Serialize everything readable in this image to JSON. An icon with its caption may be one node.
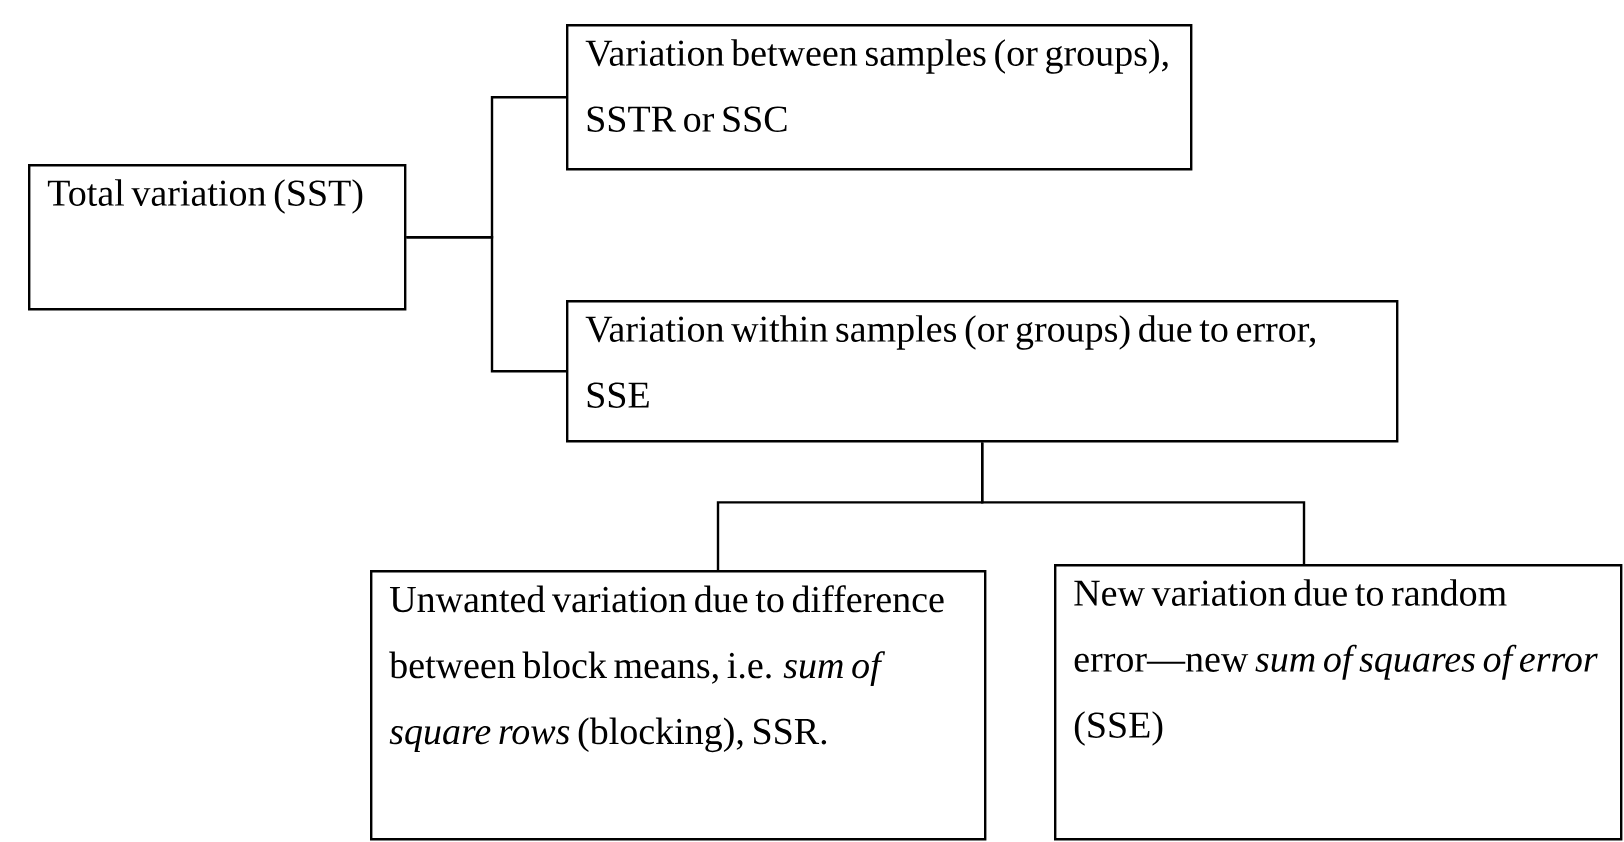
{
  "diagram": {
    "nodes": [
      {
        "text": [
          "Total variation (SST)"
        ]
      },
      {
        "text": [
          "Variation between samples (or groups), SSTR or SSC"
        ]
      },
      {
        "text": [
          "Variation within samples (or groups) due to error, SSE"
        ]
      },
      {
        "text": [
          "Unwanted variation due to difference between block means, i.e. *sum of square rows* (blocking), SSR."
        ]
      },
      {
        "text": [
          "New variation due to random error—new *sum of squares of error* (SSE)"
        ]
      }
    ],
    "edges": [
      {
        "from": 0,
        "to": 1,
        "arrow": "none"
      },
      {
        "from": 0,
        "to": 2,
        "arrow": "none"
      },
      {
        "from": 2,
        "to": 3,
        "arrow": "none"
      },
      {
        "from": 2,
        "to": 4,
        "arrow": "none"
      }
    ]
  }
}
